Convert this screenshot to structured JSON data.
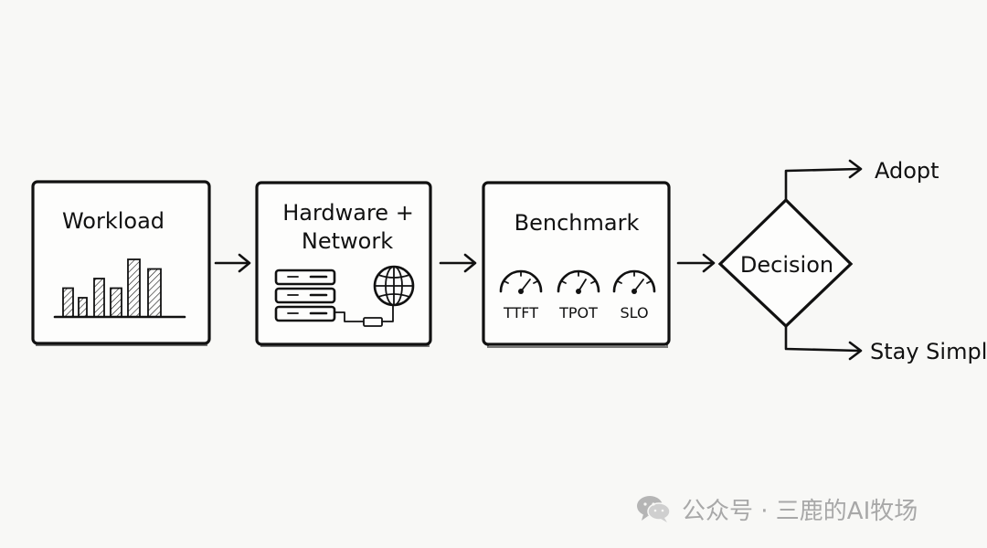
{
  "diagram": {
    "nodes": {
      "workload": "Workload",
      "hardware": [
        "Hardware +",
        "Network"
      ],
      "benchmark": "Benchmark",
      "decision": "Decision"
    },
    "metrics": [
      "TTFT",
      "TPOT",
      "SLO"
    ],
    "outcomes": {
      "top": "Adopt",
      "bottom": "Stay Simple"
    },
    "workload_chart": {
      "type": "bar",
      "values": [
        3,
        2,
        4,
        3,
        6,
        5
      ]
    }
  },
  "watermark": {
    "icon": "wechat-icon",
    "text": "公众号 · 三鹿的AI牧场"
  }
}
